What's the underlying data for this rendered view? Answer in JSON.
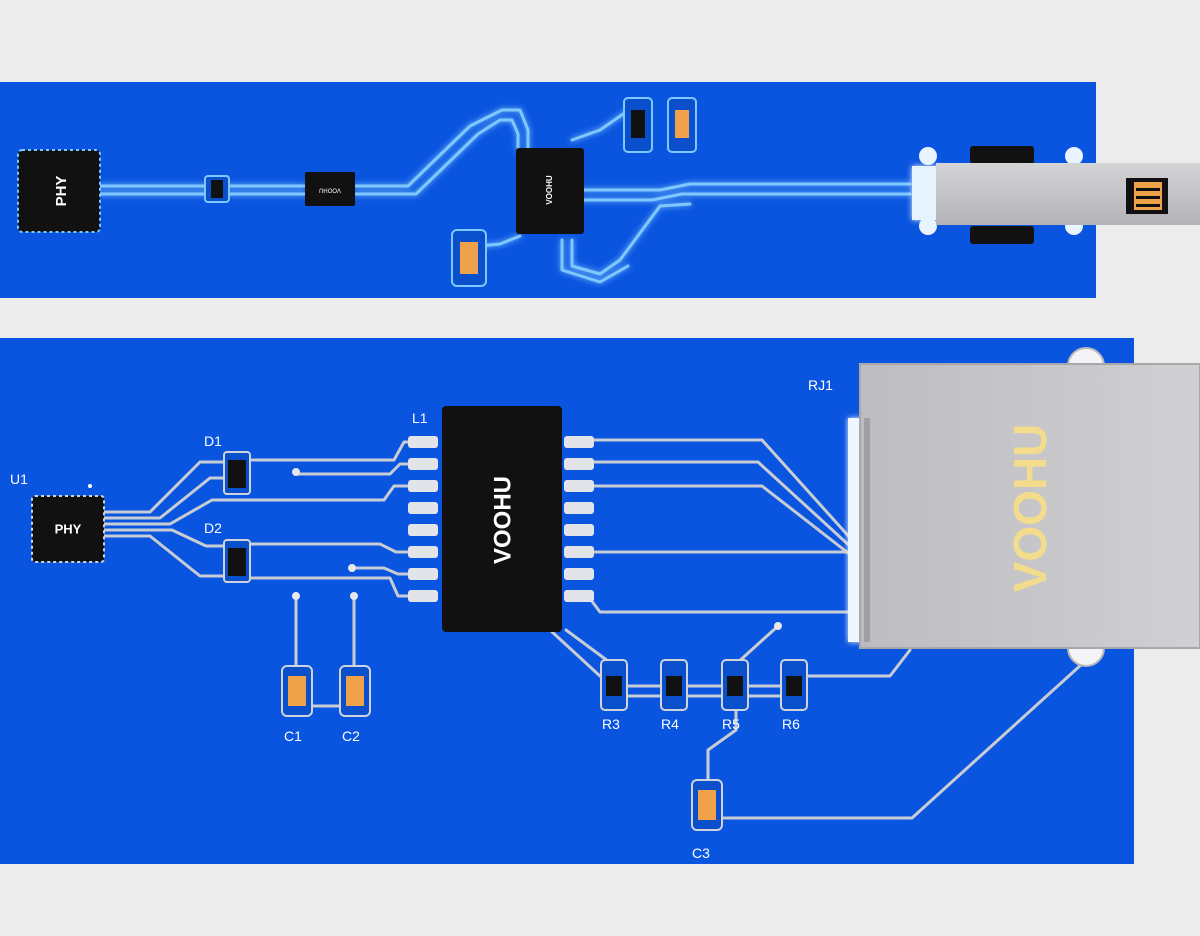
{
  "colors": {
    "background": "#ececec",
    "pcb": "#0a55e0",
    "trace_top": "#7fc8ff",
    "trace_bottom": "#c8ccd4",
    "ic_body": "#111111",
    "cap_body": "#f0a24a",
    "jack_body": "#c6c6c8",
    "jack_logo": "#f3dc8c",
    "silkscreen": "#ffffff"
  },
  "top_board": {
    "phy_label": "PHY",
    "chip_small_label": "VOOHU",
    "chip_mid_label": "VOOHU"
  },
  "bottom_board": {
    "phy_label": "PHY",
    "transformer_label": "VOOHU",
    "jack_logo": "VOOHU",
    "refdes": {
      "u1": "U1",
      "d1": "D1",
      "d2": "D2",
      "l1": "L1",
      "rj1": "RJ1",
      "c1": "C1",
      "c2": "C2",
      "c3": "C3",
      "r3": "R3",
      "r4": "R4",
      "r5": "R5",
      "r6": "R6"
    }
  }
}
